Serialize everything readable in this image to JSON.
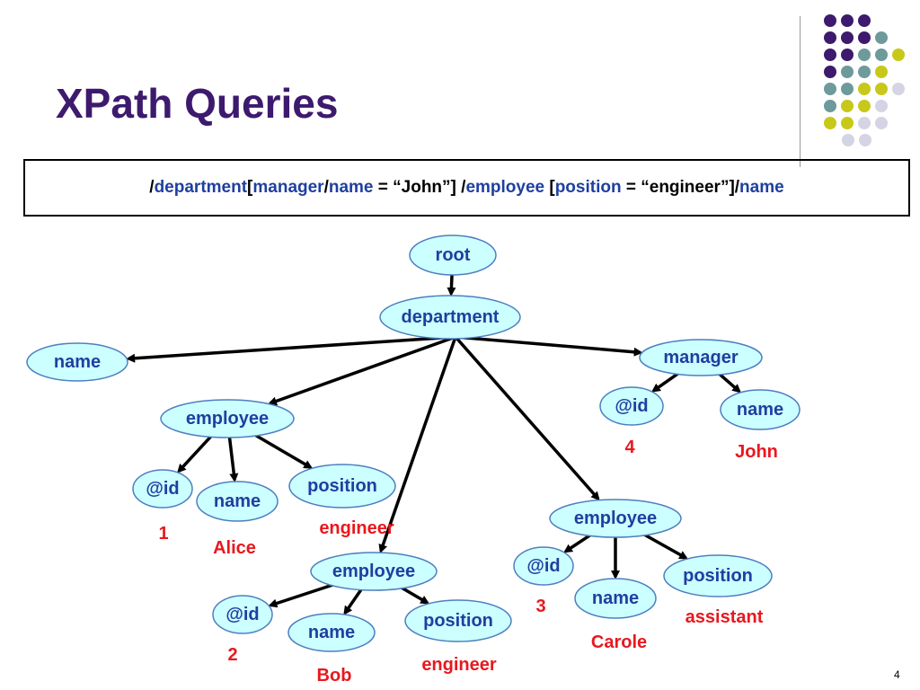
{
  "slide": {
    "title": "XPath Queries",
    "number": "4"
  },
  "query": {
    "parts": [
      {
        "text": "/",
        "kind": "op"
      },
      {
        "text": "department",
        "kind": "tok"
      },
      {
        "text": "[",
        "kind": "op"
      },
      {
        "text": "manager",
        "kind": "tok"
      },
      {
        "text": "/",
        "kind": "op"
      },
      {
        "text": "name",
        "kind": "tok"
      },
      {
        "text": " = “John”] /",
        "kind": "op"
      },
      {
        "text": "employee",
        "kind": "tok"
      },
      {
        "text": " [",
        "kind": "op"
      },
      {
        "text": "position",
        "kind": "tok"
      },
      {
        "text": " = “engineer”]/",
        "kind": "op"
      },
      {
        "text": "name",
        "kind": "tok"
      }
    ]
  },
  "colors": {
    "title": "#3d1a6e",
    "node_fill": "#ccffff",
    "node_text": "#1f3fa0",
    "value_text": "#e8181e",
    "dot_purple": "#3d1a6e",
    "dot_teal": "#6e9a9a",
    "dot_yellow": "#c8c81a",
    "dot_lavender": "#d4d4e4"
  },
  "decoration": {
    "dot_rows": [
      [
        "purple",
        "purple",
        "purple"
      ],
      [
        "purple",
        "purple",
        "purple",
        "teal"
      ],
      [
        "purple",
        "purple",
        "teal",
        "teal",
        "yellow"
      ],
      [
        "purple",
        "teal",
        "teal",
        "yellow"
      ],
      [
        "teal",
        "teal",
        "yellow",
        "yellow",
        "lavender"
      ],
      [
        "teal",
        "yellow",
        "yellow",
        "lavender"
      ],
      [
        "yellow",
        "yellow",
        "lavender",
        "lavender"
      ],
      [
        "lavender",
        "lavender"
      ]
    ]
  },
  "tree": {
    "nodes": [
      {
        "id": "root",
        "label": "root"
      },
      {
        "id": "department",
        "label": "department"
      },
      {
        "id": "dept-name",
        "label": "name"
      },
      {
        "id": "manager",
        "label": "manager"
      },
      {
        "id": "manager-id",
        "label": "@id"
      },
      {
        "id": "manager-name",
        "label": "name"
      },
      {
        "id": "emp1",
        "label": "employee"
      },
      {
        "id": "emp1-id",
        "label": "@id"
      },
      {
        "id": "emp1-name",
        "label": "name"
      },
      {
        "id": "emp1-position",
        "label": "position"
      },
      {
        "id": "emp2",
        "label": "employee"
      },
      {
        "id": "emp2-id",
        "label": "@id"
      },
      {
        "id": "emp2-name",
        "label": "name"
      },
      {
        "id": "emp2-position",
        "label": "position"
      },
      {
        "id": "emp3",
        "label": "employee"
      },
      {
        "id": "emp3-id",
        "label": "@id"
      },
      {
        "id": "emp3-name",
        "label": "name"
      },
      {
        "id": "emp3-position",
        "label": "position"
      }
    ],
    "edges": [
      [
        "root",
        "department"
      ],
      [
        "department",
        "dept-name"
      ],
      [
        "department",
        "manager"
      ],
      [
        "department",
        "emp1"
      ],
      [
        "department",
        "emp2"
      ],
      [
        "department",
        "emp3"
      ],
      [
        "manager",
        "manager-id"
      ],
      [
        "manager",
        "manager-name"
      ],
      [
        "emp1",
        "emp1-id"
      ],
      [
        "emp1",
        "emp1-name"
      ],
      [
        "emp1",
        "emp1-position"
      ],
      [
        "emp2",
        "emp2-id"
      ],
      [
        "emp2",
        "emp2-name"
      ],
      [
        "emp2",
        "emp2-position"
      ],
      [
        "emp3",
        "emp3-id"
      ],
      [
        "emp3",
        "emp3-name"
      ],
      [
        "emp3",
        "emp3-position"
      ]
    ],
    "values": [
      {
        "node": "manager-id",
        "text": "4"
      },
      {
        "node": "manager-name",
        "text": "John"
      },
      {
        "node": "emp1-id",
        "text": "1"
      },
      {
        "node": "emp1-name",
        "text": "Alice"
      },
      {
        "node": "emp1-position",
        "text": "engineer"
      },
      {
        "node": "emp2-id",
        "text": "2"
      },
      {
        "node": "emp2-name",
        "text": "Bob"
      },
      {
        "node": "emp2-position",
        "text": "engineer"
      },
      {
        "node": "emp3-id",
        "text": "3"
      },
      {
        "node": "emp3-name",
        "text": "Carole"
      },
      {
        "node": "emp3-position",
        "text": "assistant"
      }
    ]
  }
}
